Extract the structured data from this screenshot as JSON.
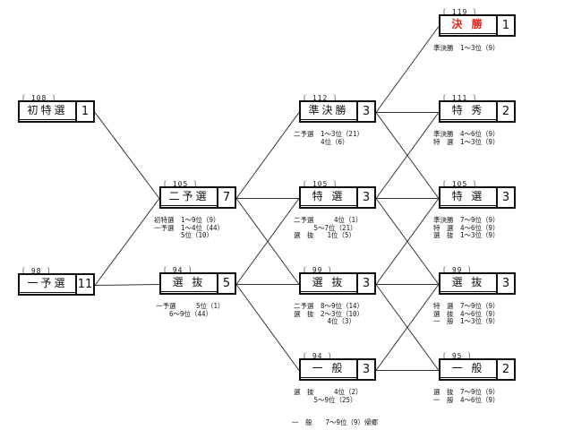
{
  "nodes": [
    {
      "id": "shotoku",
      "num": "〔 108 〕",
      "name": "初特選",
      "count": "1"
    },
    {
      "id": "yosen1",
      "num": "〔 98 〕",
      "name": "一予選",
      "count": "11"
    },
    {
      "id": "yosen2",
      "num": "〔 105 〕",
      "name": "二予選",
      "count": "7"
    },
    {
      "id": "senbatsu1",
      "num": "〔 94 〕",
      "name": "選 抜",
      "count": "5"
    },
    {
      "id": "junkessho",
      "num": "〔 112 〕",
      "name": "準決勝",
      "count": "3"
    },
    {
      "id": "tokusen1",
      "num": "〔 105 〕",
      "name": "特 選",
      "count": "3"
    },
    {
      "id": "senbatsu2",
      "num": "〔 99 〕",
      "name": "選 抜",
      "count": "3"
    },
    {
      "id": "ippan1",
      "num": "〔 94 〕",
      "name": "一 般",
      "count": "3"
    },
    {
      "id": "kessho",
      "num": "〔 119 〕",
      "name": "決 勝",
      "count": "1",
      "red": "#e2261c"
    },
    {
      "id": "tokushu",
      "num": "〔 111 〕",
      "name": "特 秀",
      "count": "2"
    },
    {
      "id": "tokusen2",
      "num": "〔 105 〕",
      "name": "特 選",
      "count": "3"
    },
    {
      "id": "senbatsu3",
      "num": "〔 99 〕",
      "name": "選 抜",
      "count": "3"
    },
    {
      "id": "ippan2",
      "num": "〔 95 〕",
      "name": "一 般",
      "count": "2"
    }
  ],
  "subtexts": [
    {
      "id": "yosen2",
      "rows": [
        "初特選　1～9位（9）",
        "一予選　1～4位（44）",
        "　　　　5位（10）"
      ]
    },
    {
      "id": "senbatsu1",
      "rows": [
        "一予選　　　5位（1）",
        "　　6～9位（44）"
      ]
    },
    {
      "id": "junkessho",
      "rows": [
        "二予選　1～3位（21）",
        "　　　　4位（6）"
      ]
    },
    {
      "id": "tokusen1",
      "rows": [
        "二予選　　　4位（1）",
        "　　　5～7位（21）",
        "選　抜　　1位（5）"
      ]
    },
    {
      "id": "senbatsu2",
      "rows": [
        "二予選　8～9位（14）",
        "選　抜　2～3位（10）",
        "　　　　　4位（3）"
      ]
    },
    {
      "id": "ippan1",
      "rows": [
        "選　抜　　　4位（2）",
        "　　　5～9位（25）"
      ]
    },
    {
      "id": "kessho",
      "rows": [
        "準決勝　1～3位（9）"
      ]
    },
    {
      "id": "tokushu",
      "rows": [
        "準決勝　4～6位（9）",
        "特　選　1～3位（9）"
      ]
    },
    {
      "id": "tokusen2",
      "rows": [
        "準決勝　7～9位（9）",
        "特　選　4～6位（9）",
        "選　抜　1～3位（9）"
      ]
    },
    {
      "id": "senbatsu3",
      "rows": [
        "特　選　7～9位（9）",
        "選　抜　4～6位（9）",
        "一　般　1～3位（9）"
      ]
    },
    {
      "id": "ippan2",
      "rows": [
        "選　抜　7～9位（9）",
        "一　般　4～6位（9）"
      ]
    }
  ],
  "footer": "一　般　　7～9位（9）帰郷",
  "connections": [
    [
      "shotoku",
      "yosen2"
    ],
    [
      "yosen1",
      "yosen2"
    ],
    [
      "yosen1",
      "senbatsu1"
    ],
    [
      "yosen2",
      "junkessho"
    ],
    [
      "yosen2",
      "tokusen1"
    ],
    [
      "yosen2",
      "senbatsu2"
    ],
    [
      "senbatsu1",
      "tokusen1"
    ],
    [
      "senbatsu1",
      "senbatsu2"
    ],
    [
      "senbatsu1",
      "ippan1"
    ],
    [
      "junkessho",
      "kessho"
    ],
    [
      "junkessho",
      "tokushu"
    ],
    [
      "junkessho",
      "tokusen2"
    ],
    [
      "tokusen1",
      "tokushu"
    ],
    [
      "tokusen1",
      "tokusen2"
    ],
    [
      "tokusen1",
      "senbatsu3"
    ],
    [
      "senbatsu2",
      "tokusen2"
    ],
    [
      "senbatsu2",
      "senbatsu3"
    ],
    [
      "senbatsu2",
      "ippan2"
    ],
    [
      "ippan1",
      "senbatsu3"
    ],
    [
      "ippan1",
      "ippan2"
    ]
  ]
}
